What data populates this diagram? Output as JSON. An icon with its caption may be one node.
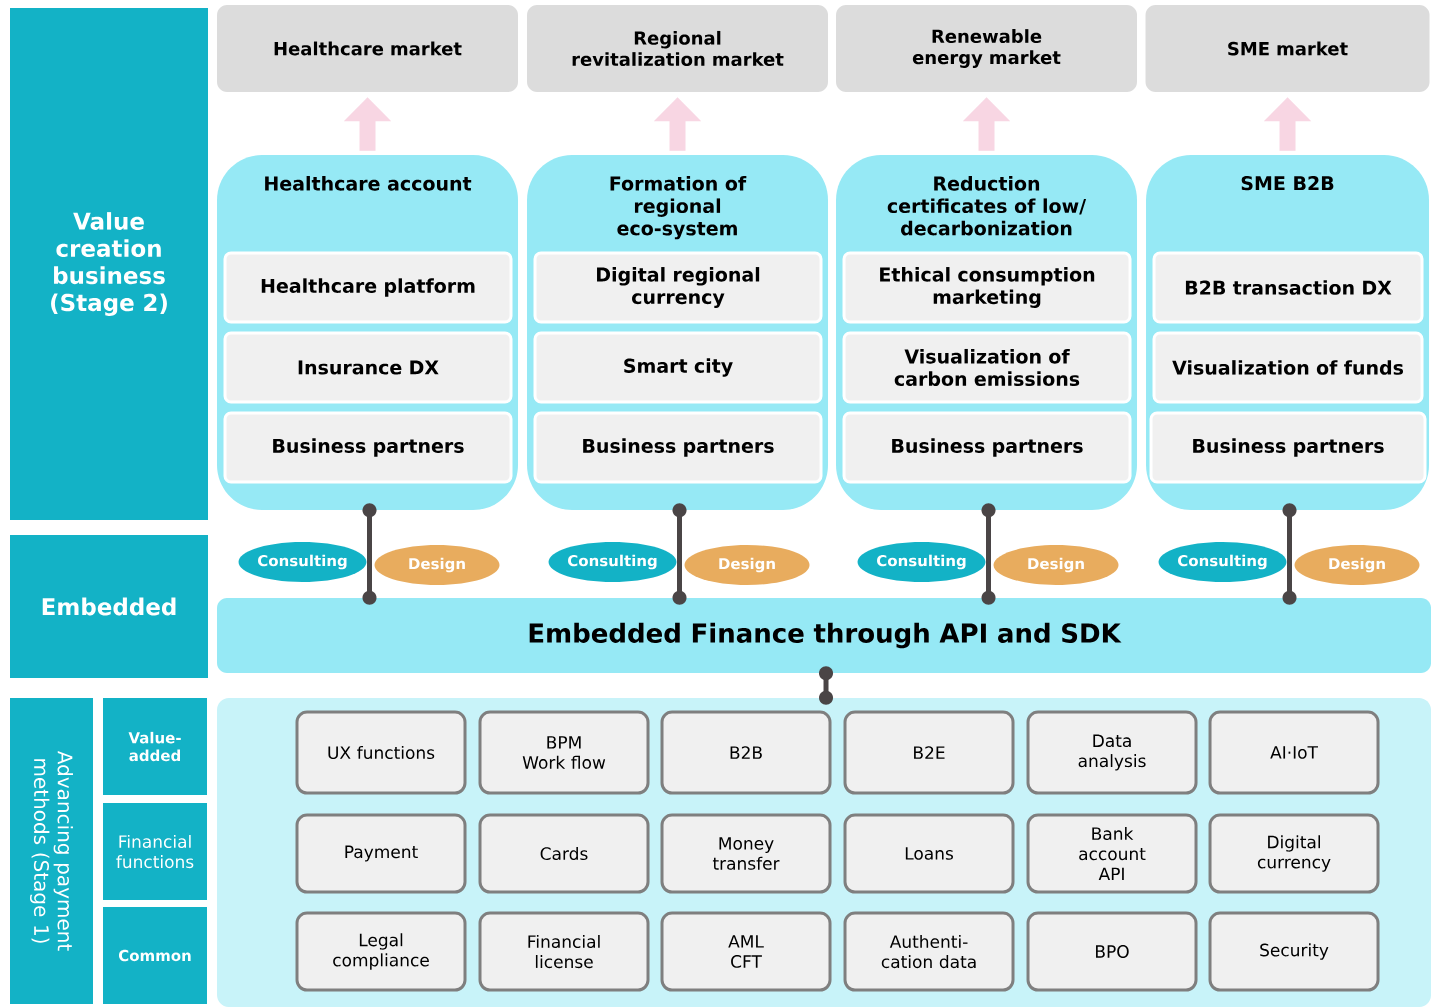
{
  "diagram": {
    "nodes": [
      {
        "text": [
          "Value creation business (Stage 2)"
        ]
      },
      {
        "text": [
          "Healthcare market"
        ]
      },
      {
        "text": [
          "Regional revitalization market"
        ]
      },
      {
        "text": [
          "Renewable energy market"
        ]
      },
      {
        "text": [
          "SME market"
        ]
      },
      {
        "text": [
          "Healthcare account"
        ]
      },
      {
        "text": [
          "Healthcare platform"
        ],
        "in": 5
      },
      {
        "text": [
          "Insurance DX"
        ],
        "in": 5
      },
      {
        "text": [
          "Business partners"
        ],
        "in": 5
      },
      {
        "text": [
          "Formation of regional eco-system"
        ]
      },
      {
        "text": [
          "Digital regional currency"
        ],
        "in": 9
      },
      {
        "text": [
          "Smart city"
        ],
        "in": 9
      },
      {
        "text": [
          "Business partners"
        ],
        "in": 9
      },
      {
        "text": [
          "Reduction certificates of low/ decarbonization"
        ]
      },
      {
        "text": [
          "Ethical consumption marketing"
        ],
        "in": 13
      },
      {
        "text": [
          "Visualization of carbon emissions"
        ],
        "in": 13
      },
      {
        "text": [
          "Business partners"
        ],
        "in": 13
      },
      {
        "text": [
          "SME B2B"
        ]
      },
      {
        "text": [
          "B2B transaction DX"
        ],
        "in": 17
      },
      {
        "text": [
          "Visualization of funds"
        ],
        "in": 17
      },
      {
        "text": [
          "Business partners"
        ],
        "in": 17
      },
      {
        "text": [
          "Embedded"
        ]
      },
      {
        "text": [
          "Consulting"
        ]
      },
      {
        "text": [
          "Design"
        ]
      },
      {
        "text": [
          "Consulting"
        ]
      },
      {
        "text": [
          "Design"
        ]
      },
      {
        "text": [
          "Consulting"
        ]
      },
      {
        "text": [
          "Design"
        ]
      },
      {
        "text": [
          "Consulting"
        ]
      },
      {
        "text": [
          "Design"
        ]
      },
      {
        "text": [
          "Embedded Finance through API and SDK"
        ]
      },
      {
        "text": [
          "Advancing payment methods (Stage 1)"
        ]
      },
      {
        "text": [
          "Value- added"
        ]
      },
      {
        "text": [
          "Financial functions"
        ]
      },
      {
        "text": [
          "Common"
        ]
      },
      {
        "text": [],
        "shape": "box"
      },
      {
        "text": [
          "UX functions"
        ],
        "in": 35
      },
      {
        "text": [
          "BPM Work flow"
        ],
        "in": 35
      },
      {
        "text": [
          "B2B"
        ],
        "in": 35
      },
      {
        "text": [
          "B2E"
        ],
        "in": 35
      },
      {
        "text": [
          "Data analysis"
        ],
        "in": 35
      },
      {
        "text": [
          "AI·IoT"
        ],
        "in": 35
      },
      {
        "text": [
          "Payment"
        ],
        "in": 35
      },
      {
        "text": [
          "Cards"
        ],
        "in": 35
      },
      {
        "text": [
          "Money transfer"
        ],
        "in": 35
      },
      {
        "text": [
          "Loans"
        ],
        "in": 35
      },
      {
        "text": [
          "Bank account API"
        ],
        "in": 35
      },
      {
        "text": [
          "Digital currency"
        ],
        "in": 35
      },
      {
        "text": [
          "Legal compliance"
        ],
        "in": 35
      },
      {
        "text": [
          "Financial license"
        ],
        "in": 35
      },
      {
        "text": [
          "AML CFT"
        ],
        "in": 35
      },
      {
        "text": [
          "Authenti- cation data"
        ],
        "in": 35
      },
      {
        "text": [
          "BPO"
        ],
        "in": 35
      },
      {
        "text": [
          "Security"
        ],
        "in": 35
      }
    ],
    "edges": [
      {
        "from": 5,
        "to": 1,
        "arrow": "to",
        "style": "thick",
        "color": "#f8d6e3"
      },
      {
        "from": 9,
        "to": 2,
        "arrow": "to",
        "style": "thick",
        "color": "#f8d6e3"
      },
      {
        "from": 13,
        "to": 3,
        "arrow": "to",
        "style": "thick",
        "color": "#f8d6e3"
      },
      {
        "from": 17,
        "to": 4,
        "arrow": "to",
        "style": "thick",
        "color": "#f8d6e3"
      },
      {
        "from": 5,
        "to": 30,
        "arrow": "other"
      },
      {
        "from": 9,
        "to": 30,
        "arrow": "other"
      },
      {
        "from": 13,
        "to": 30,
        "arrow": "other"
      },
      {
        "from": 17,
        "to": 30,
        "arrow": "other"
      },
      {
        "from": 30,
        "to": 35,
        "arrow": "other"
      }
    ]
  }
}
